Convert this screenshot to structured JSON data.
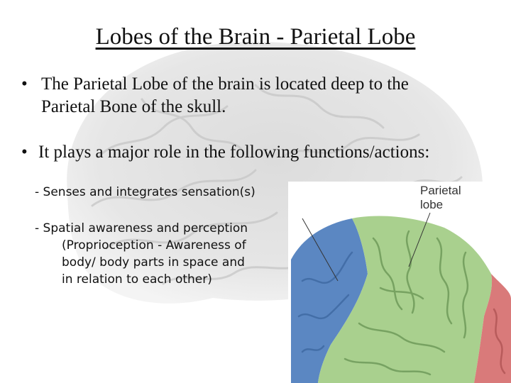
{
  "slide": {
    "title": "Lobes of the Brain - Parietal Lobe",
    "bullets": [
      {
        "symbol": "•",
        "lines": [
          "The Parietal Lobe of the brain is located deep to the",
          "Parietal Bone of the skull."
        ]
      },
      {
        "symbol": "•",
        "text": "It plays a major role in the following functions/actions:"
      }
    ],
    "sub_items": [
      "- Senses and integrates sensation(s)",
      "- Spatial awareness and perception"
    ],
    "sub_item_continuation": [
      "(Proprioception - Awareness of",
      "body/ body parts in space and",
      "in relation to each other)"
    ]
  },
  "figure": {
    "label_lines": [
      "Parietal",
      "lobe"
    ],
    "colors": {
      "frontal": "#5b87c2",
      "parietal": "#a9d08e",
      "occipital": "#d97a7a",
      "background_brain": "#d9d9d9"
    }
  }
}
